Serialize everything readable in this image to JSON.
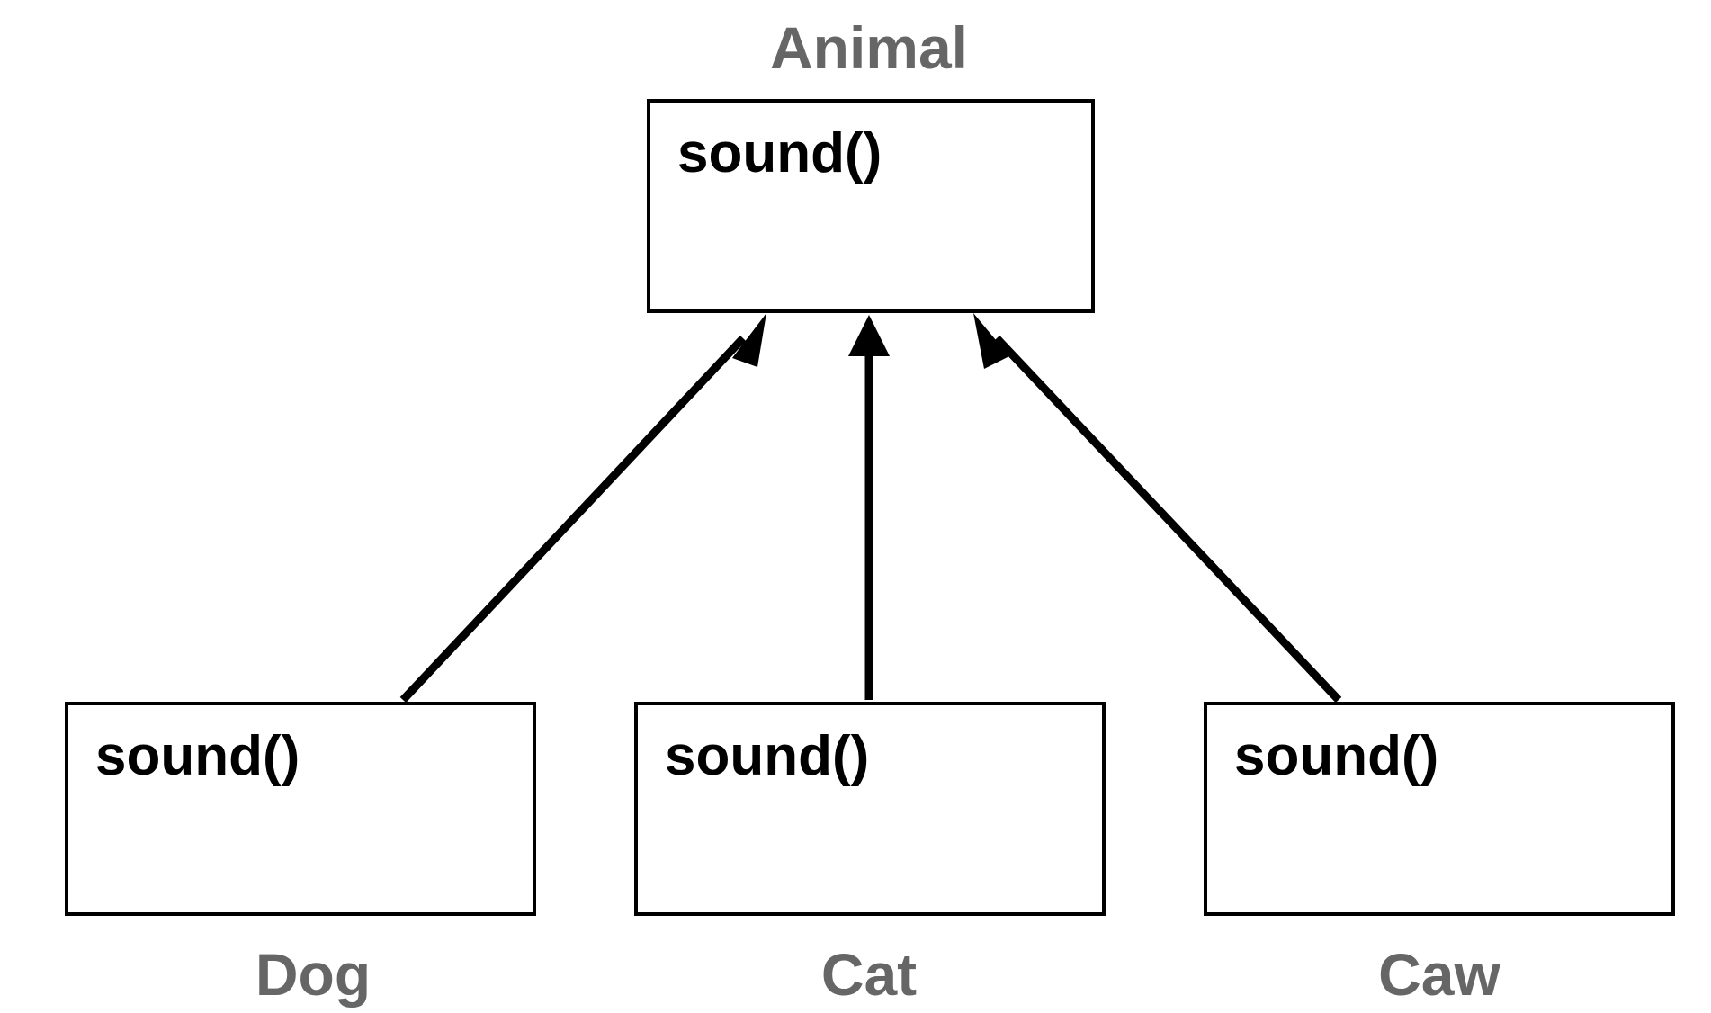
{
  "diagram": {
    "parent": {
      "name": "Animal",
      "method": "sound()"
    },
    "children": [
      {
        "name": "Dog",
        "method": "sound()"
      },
      {
        "name": "Cat",
        "method": "sound()"
      },
      {
        "name": "Caw",
        "method": "sound()"
      }
    ],
    "colors": {
      "stroke": "#000000",
      "label": "#666666",
      "fill": "#ffffff"
    }
  }
}
